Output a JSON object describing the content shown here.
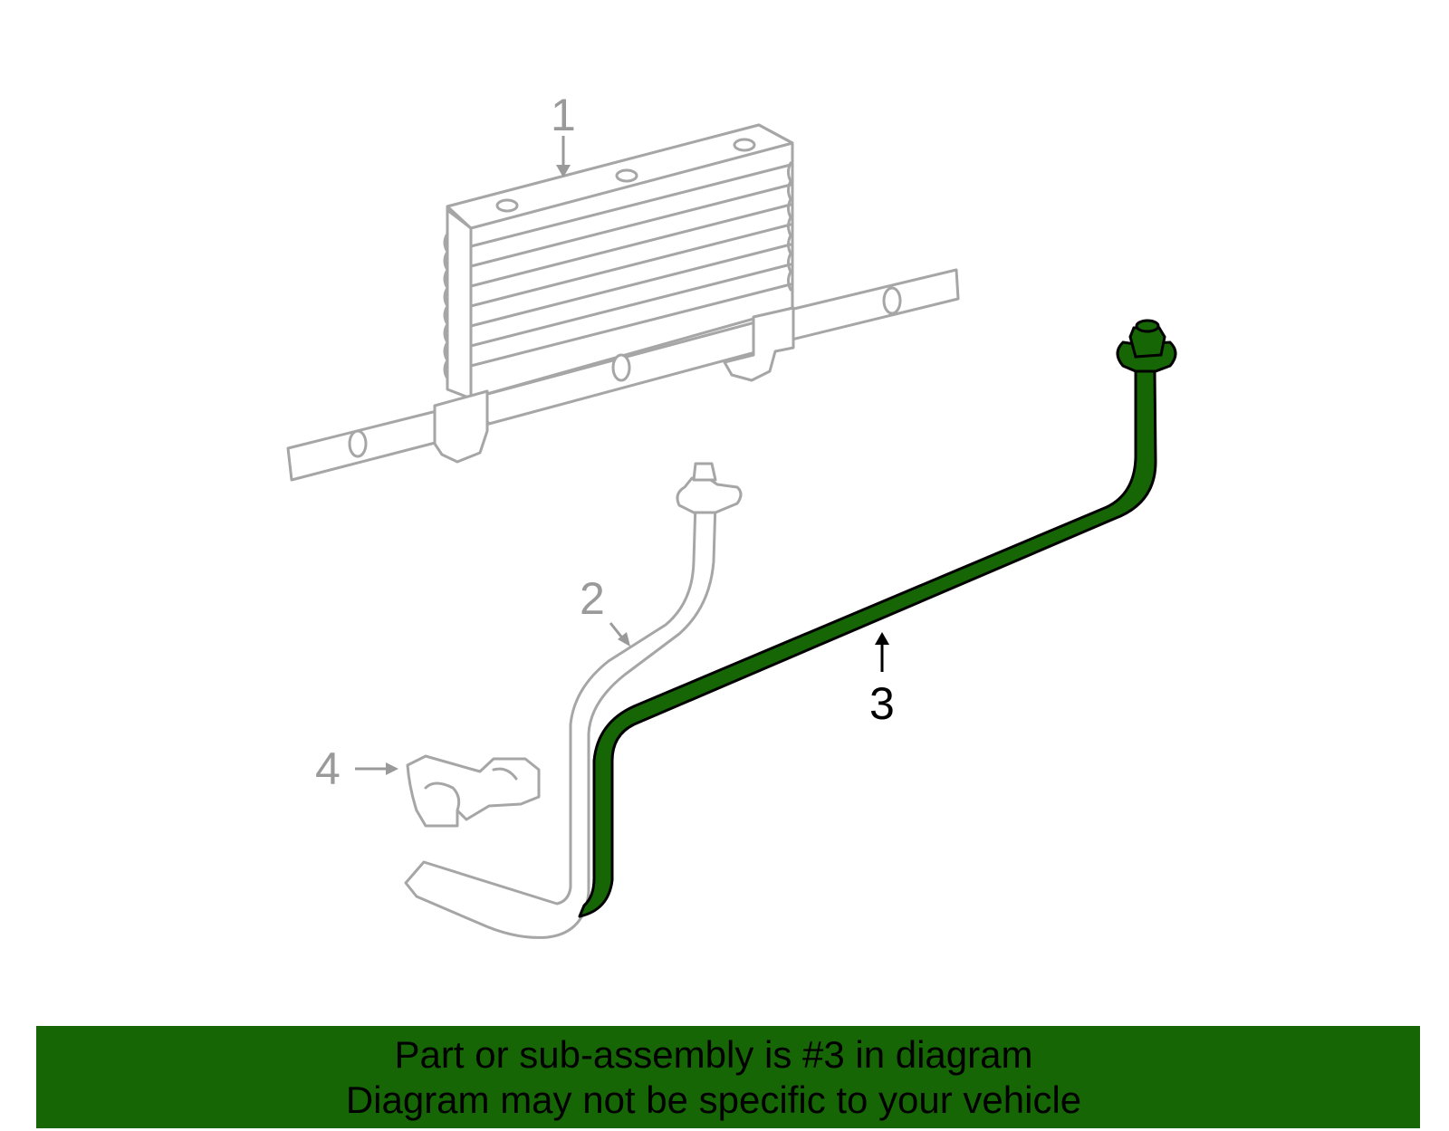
{
  "callouts": {
    "c1": "1",
    "c2": "2",
    "c3": "3",
    "c4": "4"
  },
  "highlighted_part": "3",
  "colors": {
    "highlight": "#166606",
    "outline": "#a6a6a6",
    "banner": "#166606"
  },
  "banner": {
    "line1": "Part or sub-assembly is #3 in diagram",
    "line2": "Diagram may not be specific to your vehicle"
  }
}
